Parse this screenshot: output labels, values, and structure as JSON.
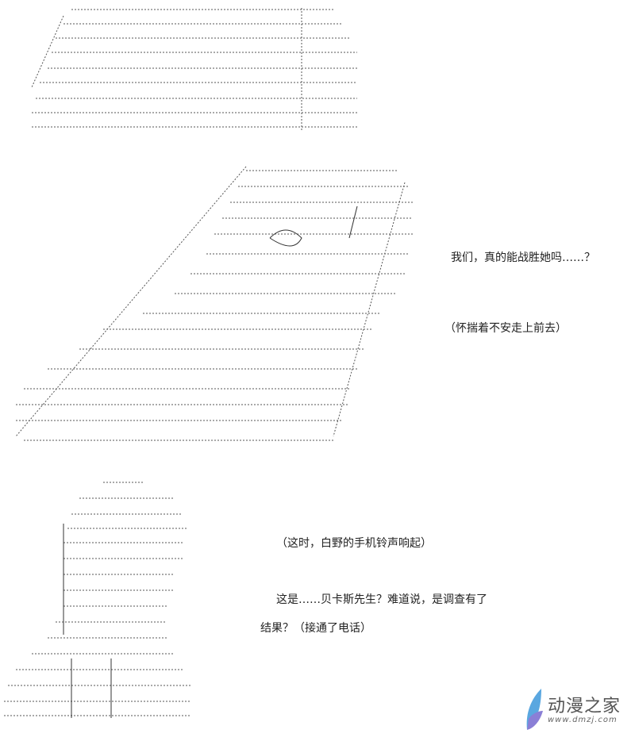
{
  "dialogue": [
    "我们，真的能战胜她吗……？",
    "（怀揣着不安走上前去）",
    "（这时，白野的手机铃声响起）",
    "这是……贝卡斯先生？难道说，是调查有了",
    "结果？（接通了电话）"
  ],
  "watermark": {
    "title": "动漫之家",
    "url": "www.dmzj.com"
  }
}
